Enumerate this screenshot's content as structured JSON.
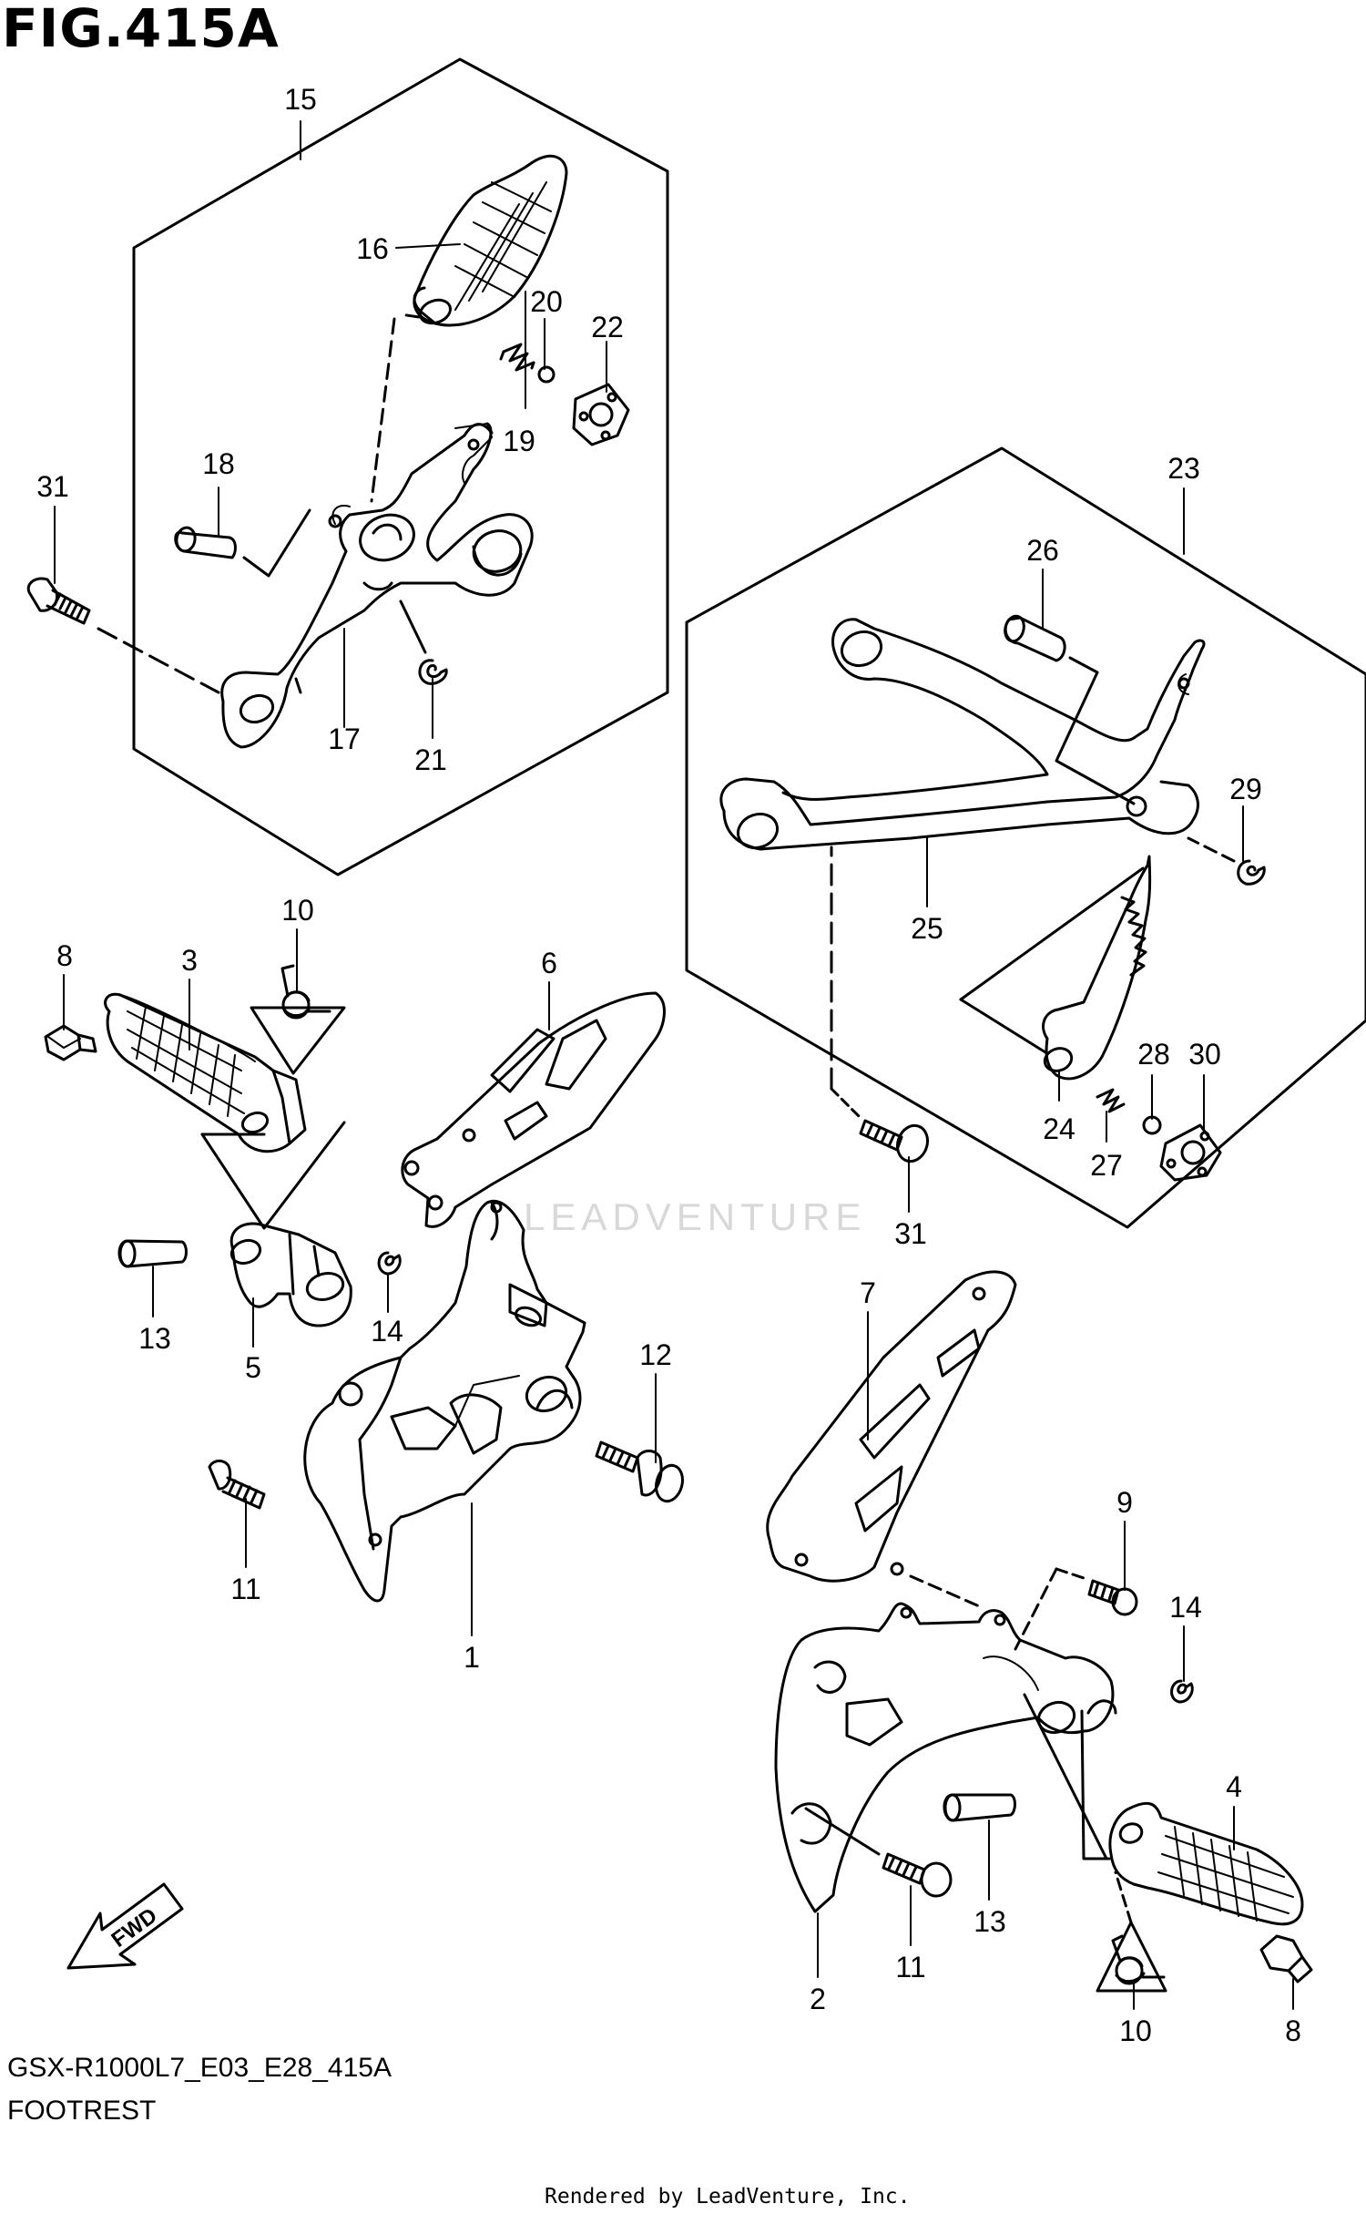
{
  "figure": {
    "title": "FIG.415A",
    "model_code": "GSX-R1000L7_E03_E28_415A",
    "page_label": "FOOTREST",
    "render_credit": "Rendered by LeadVenture, Inc.",
    "watermark": "LEADVENTURE"
  },
  "callouts": {
    "c1": "1",
    "c2": "2",
    "c3": "3",
    "c4": "4",
    "c5": "5",
    "c6": "6",
    "c7": "7",
    "c8a": "8",
    "c8b": "8",
    "c9": "9",
    "c10a": "10",
    "c10b": "10",
    "c11a": "11",
    "c11b": "11",
    "c12": "12",
    "c13a": "13",
    "c13b": "13",
    "c14a": "14",
    "c14b": "14",
    "c15": "15",
    "c16": "16",
    "c17": "17",
    "c18": "18",
    "c19": "19",
    "c20": "20",
    "c21": "21",
    "c22": "22",
    "c23": "23",
    "c24": "24",
    "c25": "25",
    "c26": "26",
    "c27": "27",
    "c28": "28",
    "c29": "29",
    "c30": "30",
    "c31a": "31",
    "c31b": "31"
  },
  "icons": {
    "fwd_arrow": "fwd-arrow-icon",
    "fwd_text": "FWD"
  },
  "colors": {
    "line": "#000000",
    "background": "#ffffff",
    "watermark": "#d8d8d8"
  }
}
